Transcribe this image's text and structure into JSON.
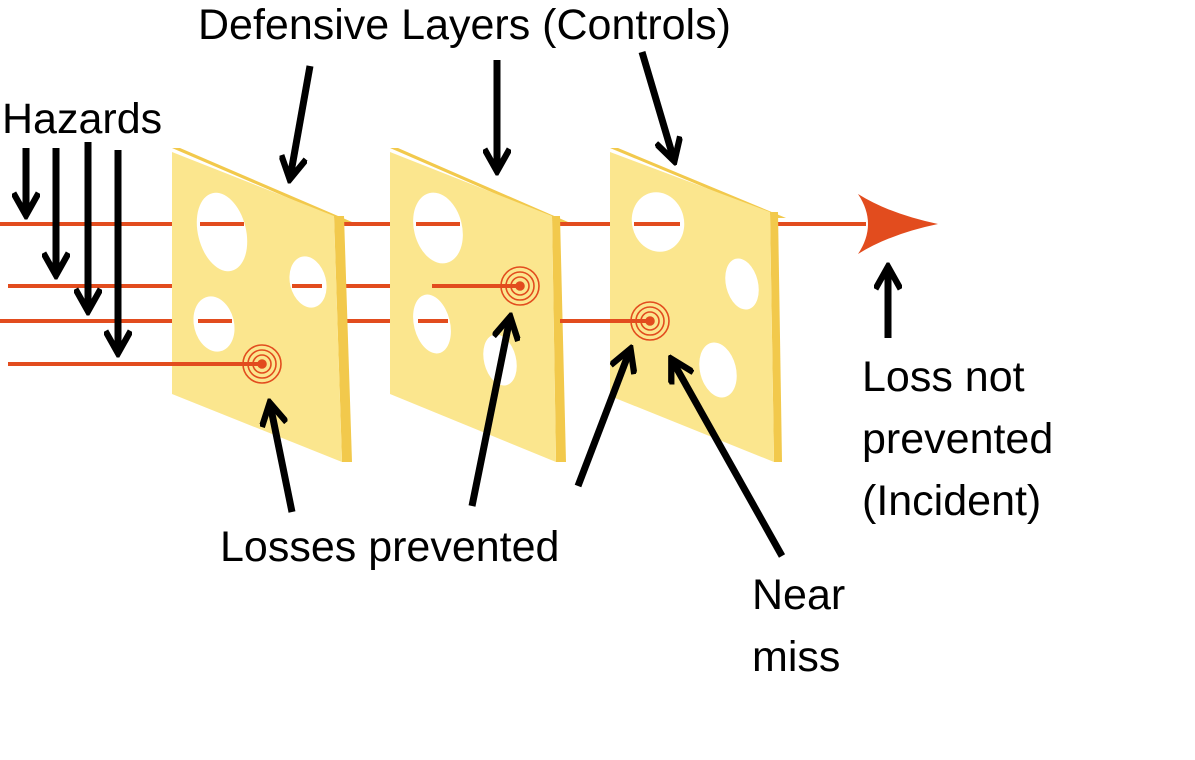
{
  "labels": {
    "title": "Defensive Layers (Controls)",
    "hazards": "Hazards",
    "losses_prevented": "Losses prevented",
    "loss_not_prevented": [
      "Loss not",
      "prevented",
      "(Incident)"
    ],
    "near_miss": [
      "Near",
      "miss"
    ]
  },
  "colors": {
    "hazard_line": "#e24c1e",
    "slice_face": "#fbe68e",
    "slice_edge": "#f2c94c",
    "slice_hole": "#ffffff",
    "arrow": "#000000",
    "target": "#e24c1e"
  }
}
